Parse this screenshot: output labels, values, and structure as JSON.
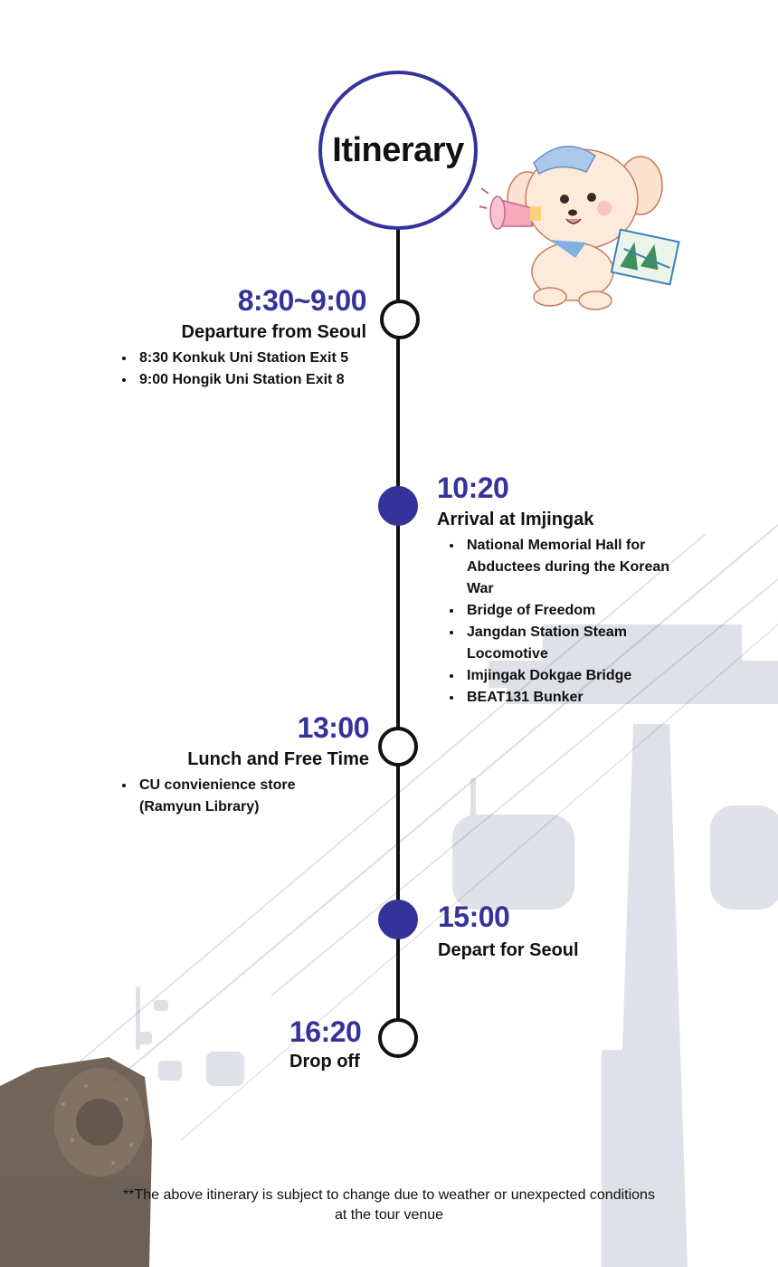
{
  "title": "Itinerary",
  "colors": {
    "accent": "#34339a",
    "line": "#111111"
  },
  "icons": {
    "mascot": "puppy-mascot-with-megaphone-and-map",
    "background": "cable-car-and-steam-locomotive-photo"
  },
  "stops": [
    {
      "time": "8:30~9:00",
      "heading": "Departure from Seoul",
      "items": [
        "8:30 Konkuk Uni Station Exit 5",
        "9:00 Hongik Uni Station Exit 8"
      ],
      "side": "left",
      "node": "outline"
    },
    {
      "time": "10:20",
      "heading": "Arrival at Imjingak",
      "items": [
        "National Memorial Hall for Abductees during the Korean War",
        "Bridge of Freedom",
        "Jangdan Station Steam Locomotive",
        "Imjingak Dokgae Bridge",
        "BEAT131 Bunker"
      ],
      "side": "right",
      "node": "filled"
    },
    {
      "time": "13:00",
      "heading": "Lunch and Free Time",
      "items": [
        "CU convienience store (Ramyun Library)"
      ],
      "side": "left",
      "node": "outline"
    },
    {
      "time": "15:00",
      "heading": "Depart for Seoul",
      "items": [],
      "side": "right",
      "node": "filled"
    },
    {
      "time": "16:20",
      "heading": "Drop off",
      "items": [],
      "side": "left",
      "node": "outline"
    }
  ],
  "footnote": "**The above itinerary is subject to change due to weather or unexpected conditions at the tour venue"
}
